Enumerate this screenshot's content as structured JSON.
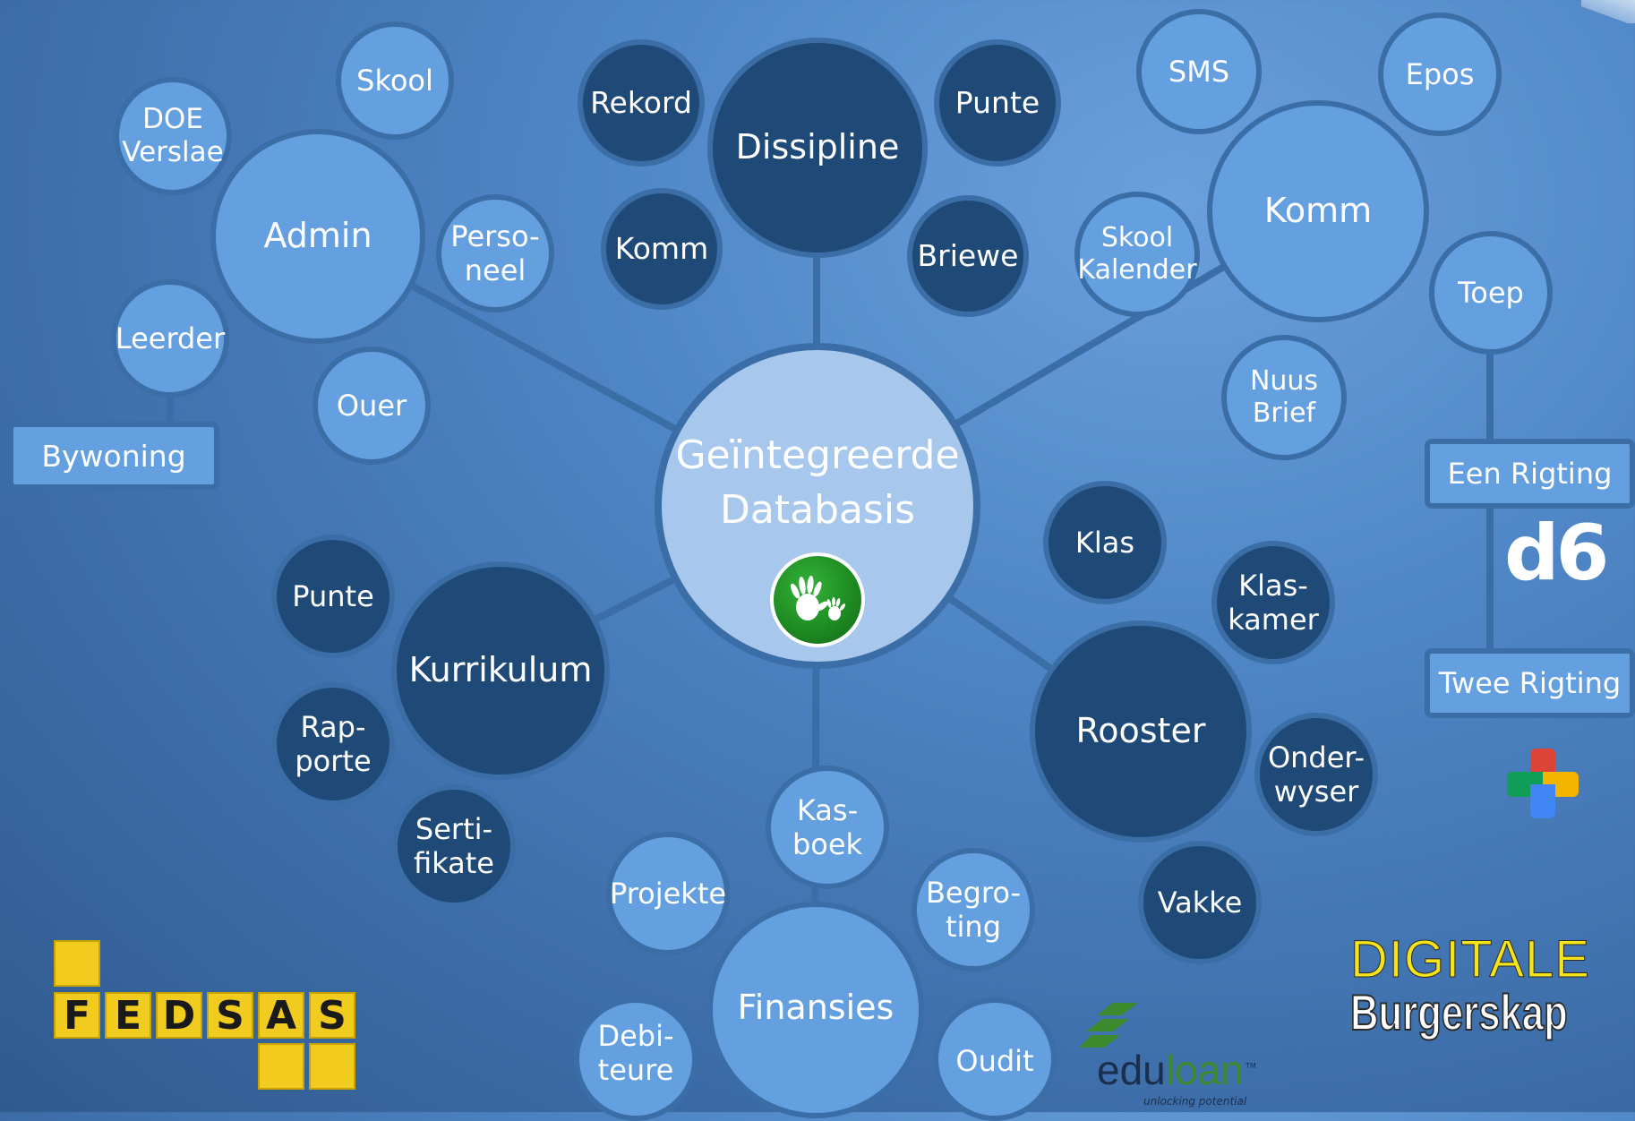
{
  "center": {
    "line1": "Geïntegreerde",
    "line2": "Databasis"
  },
  "groups": {
    "admin": {
      "hub": "Admin",
      "items": [
        "Skool",
        "DOE\nVerslae",
        "Perso-\nneel",
        "Leerder",
        "Ouer"
      ],
      "extra": "Bywoning"
    },
    "dissipline": {
      "hub": "Dissipline",
      "items": [
        "Rekord",
        "Punte",
        "Komm",
        "Briewe"
      ]
    },
    "komm": {
      "hub": "Komm",
      "items": [
        "SMS",
        "Epos",
        "Skool\nKalender",
        "Toep",
        "Nuus\nBrief"
      ],
      "extra": [
        "Een Rigting",
        "Twee Rigting"
      ]
    },
    "kurrikulum": {
      "hub": "Kurrikulum",
      "items": [
        "Punte",
        "Rap-\nporte",
        "Serti-\nfikate"
      ]
    },
    "rooster": {
      "hub": "Rooster",
      "items": [
        "Klas",
        "Klas-\nkamer",
        "Onder-\nwyser",
        "Vakke"
      ]
    },
    "finansies": {
      "hub": "Finansies",
      "items": [
        "Kas-\nboek",
        "Projekte",
        "Begro-\nting",
        "Debi-\nteure",
        "Oudit"
      ]
    }
  },
  "logos": {
    "d6": "d6",
    "fedsas": [
      "F",
      "E",
      "D",
      "S",
      "A",
      "S"
    ],
    "eduloan": {
      "edu": "edu",
      "loan": "loan",
      "tm": "TM",
      "tagline": "unlocking potential"
    },
    "digitale": {
      "line1": "DIGITALE",
      "line2": "Burgerskap"
    }
  },
  "colors": {
    "background": "#4f86c6",
    "light_node": "#64a0e0",
    "dark_node": "#1f4a78",
    "center_node": "#a7c7ec",
    "connector": "#3b6ea6",
    "fedsas_yellow": "#f2cb1f",
    "digitale_yellow": "#f5e41a",
    "eduloan_green": "#3c8a2e"
  }
}
